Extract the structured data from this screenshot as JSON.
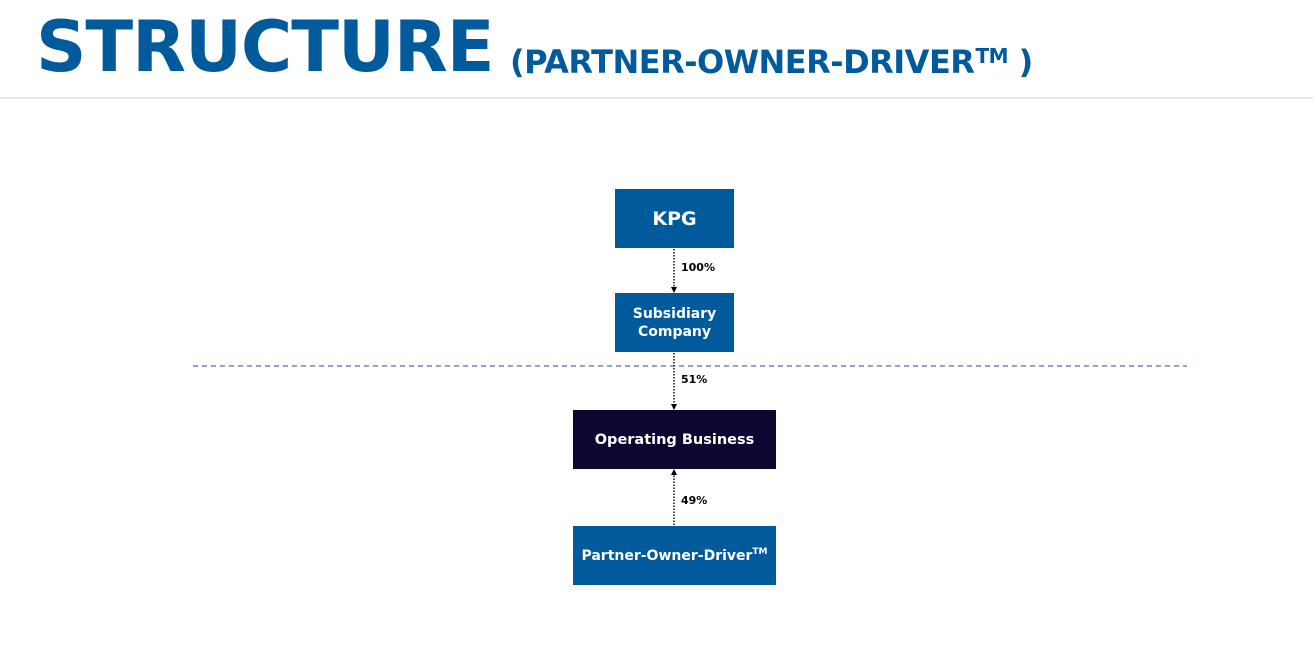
{
  "header": {
    "title": "STRUCTURE",
    "subtitle": "(PARTNER-OWNER-DRIVER",
    "subtitle_tm": "TM",
    "subtitle_close": " )"
  },
  "diagram": {
    "nodes": {
      "kpg": {
        "label": "KPG"
      },
      "subsidiary": {
        "line1": "Subsidiary",
        "line2": "Company"
      },
      "operating": {
        "label": "Operating Business"
      },
      "pod": {
        "label": "Partner-Owner-Driver",
        "tm": "TM"
      }
    },
    "links": [
      {
        "from": "kpg",
        "to": "subsidiary",
        "label": "100%"
      },
      {
        "from": "subsidiary",
        "to": "operating",
        "label": "51%"
      },
      {
        "from": "pod",
        "to": "operating",
        "label": "49%"
      }
    ]
  },
  "colors": {
    "primary_blue": "#005a9c",
    "dark_navy": "#0c0730",
    "divider_dash": "#4a6fc7"
  }
}
